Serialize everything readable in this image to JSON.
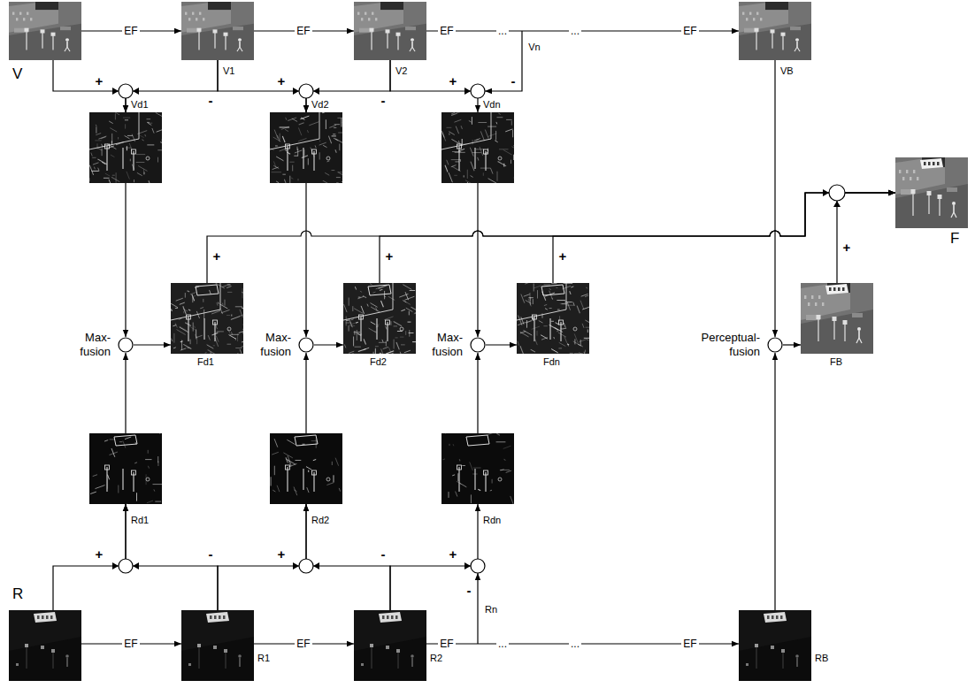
{
  "diagram": {
    "nodes": [
      {
        "text": [
          "V"
        ]
      },
      {
        "text": [
          "V1"
        ]
      },
      {
        "text": [
          "V2"
        ]
      },
      {
        "text": [
          "VB"
        ]
      },
      {
        "text": [
          "Vd1"
        ]
      },
      {
        "text": [
          "Vd2"
        ]
      },
      {
        "text": [
          "Vdn"
        ]
      },
      {
        "text": [
          "Max-fusion"
        ]
      },
      {
        "text": [
          "Fd1"
        ]
      },
      {
        "text": [
          "Max-fusion"
        ]
      },
      {
        "text": [
          "Fd2"
        ]
      },
      {
        "text": [
          "Max-fusion"
        ]
      },
      {
        "text": [
          "Fdn"
        ]
      },
      {
        "text": [
          "Perceptual-fusion"
        ]
      },
      {
        "text": [
          "FB"
        ]
      },
      {
        "text": [
          "F"
        ]
      },
      {
        "text": [
          "Rd1"
        ]
      },
      {
        "text": [
          "Rd2"
        ]
      },
      {
        "text": [
          "Rdn"
        ]
      },
      {
        "text": [
          "R"
        ]
      },
      {
        "text": [
          "R1"
        ]
      },
      {
        "text": [
          "R2"
        ]
      },
      {
        "text": [
          "RB"
        ]
      }
    ],
    "edges": [
      {
        "from": 0,
        "to": 1,
        "label": "EF",
        "arrow": "to"
      },
      {
        "from": 1,
        "to": 2,
        "label": "EF",
        "arrow": "to"
      },
      {
        "from": 2,
        "to": 3,
        "label": "EF",
        "arrow": "to"
      },
      {
        "from": 0,
        "to": 4,
        "arrow": "to"
      },
      {
        "from": 1,
        "to": 4,
        "arrow": "to"
      },
      {
        "from": 1,
        "to": 5,
        "arrow": "to"
      },
      {
        "from": 2,
        "to": 5,
        "arrow": "to"
      },
      {
        "from": 2,
        "to": 6,
        "arrow": "to"
      },
      {
        "from": 4,
        "to": 7,
        "arrow": "to"
      },
      {
        "from": 16,
        "to": 7,
        "arrow": "to"
      },
      {
        "from": 7,
        "to": 8,
        "arrow": "to"
      },
      {
        "from": 5,
        "to": 9,
        "arrow": "to"
      },
      {
        "from": 17,
        "to": 9,
        "arrow": "to"
      },
      {
        "from": 9,
        "to": 10,
        "arrow": "to"
      },
      {
        "from": 6,
        "to": 11,
        "arrow": "to"
      },
      {
        "from": 18,
        "to": 11,
        "arrow": "to"
      },
      {
        "from": 11,
        "to": 12,
        "arrow": "to"
      },
      {
        "from": 3,
        "to": 13,
        "arrow": "to"
      },
      {
        "from": 22,
        "to": 13,
        "arrow": "to"
      },
      {
        "from": 13,
        "to": 14,
        "arrow": "to"
      },
      {
        "from": 8,
        "to": 15,
        "arrow": "to"
      },
      {
        "from": 10,
        "to": 15,
        "arrow": "to"
      },
      {
        "from": 12,
        "to": 15,
        "arrow": "to"
      },
      {
        "from": 14,
        "to": 15,
        "arrow": "to"
      },
      {
        "from": 19,
        "to": 20,
        "label": "EF",
        "arrow": "to"
      },
      {
        "from": 20,
        "to": 21,
        "label": "EF",
        "arrow": "to"
      },
      {
        "from": 21,
        "to": 22,
        "label": "EF",
        "arrow": "to"
      },
      {
        "from": 19,
        "to": 16,
        "arrow": "to"
      },
      {
        "from": 20,
        "to": 16,
        "arrow": "to"
      },
      {
        "from": 20,
        "to": 17,
        "arrow": "to"
      },
      {
        "from": 21,
        "to": 17,
        "arrow": "to"
      },
      {
        "from": 21,
        "to": 18,
        "arrow": "to"
      }
    ],
    "labels": [
      "...",
      "...",
      "EF",
      "Vn",
      "+",
      "-",
      "+",
      "-",
      "+",
      "-",
      "+",
      "+",
      "+",
      "+",
      "+",
      "-",
      "+",
      "-",
      "+",
      "-",
      "Rn",
      "...",
      "...",
      "EF"
    ]
  }
}
